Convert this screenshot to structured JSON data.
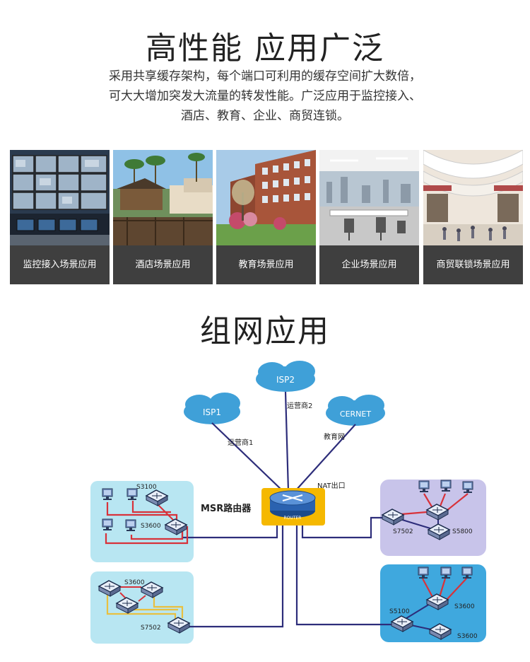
{
  "header": {
    "title": "高性能 应用广泛",
    "intro_lines": [
      "采用共享缓存架构，每个端口可利用的缓存空间扩大数倍，",
      "可大大增加突发大流量的转发性能。广泛应用于监控接入、",
      "酒店、教育、企业、商贸连锁。"
    ]
  },
  "scenes": [
    {
      "label": "监控接入场景应用",
      "icon": "surveillance-room-photo"
    },
    {
      "label": "酒店场景应用",
      "icon": "hotel-terrace-photo"
    },
    {
      "label": "教育场景应用",
      "icon": "campus-building-photo"
    },
    {
      "label": "企业场景应用",
      "icon": "office-photo"
    },
    {
      "label": "商贸联锁场景应用",
      "icon": "shopping-mall-photo"
    }
  ],
  "network": {
    "title": "组网应用",
    "clouds": {
      "isp1": "ISP1",
      "isp2": "ISP2",
      "cernet": "CERNET"
    },
    "links": {
      "operator1": "运营商1",
      "operator2": "运营商2",
      "education": "教育网",
      "nat": "NAT出口"
    },
    "router": {
      "label": "MSR路由器",
      "badge": "ROUTER"
    },
    "switches": {
      "s3100": "S3100",
      "s3600_a": "S3600",
      "s3600_b": "S3600",
      "s7502_a": "S7502",
      "s7502_b": "S7502",
      "s5800": "S5800",
      "s5100": "S5100",
      "s3600_c": "S3600",
      "s3600_d": "S3600"
    },
    "colors": {
      "cyan_zone": "#b8e6f2",
      "purple_zone": "#c8c4ea",
      "blue_zone": "#3fa8de",
      "link": "#2d2d7a",
      "red_link": "#d8323a",
      "yellow_link": "#e8c040",
      "router": "#f5b800"
    }
  }
}
